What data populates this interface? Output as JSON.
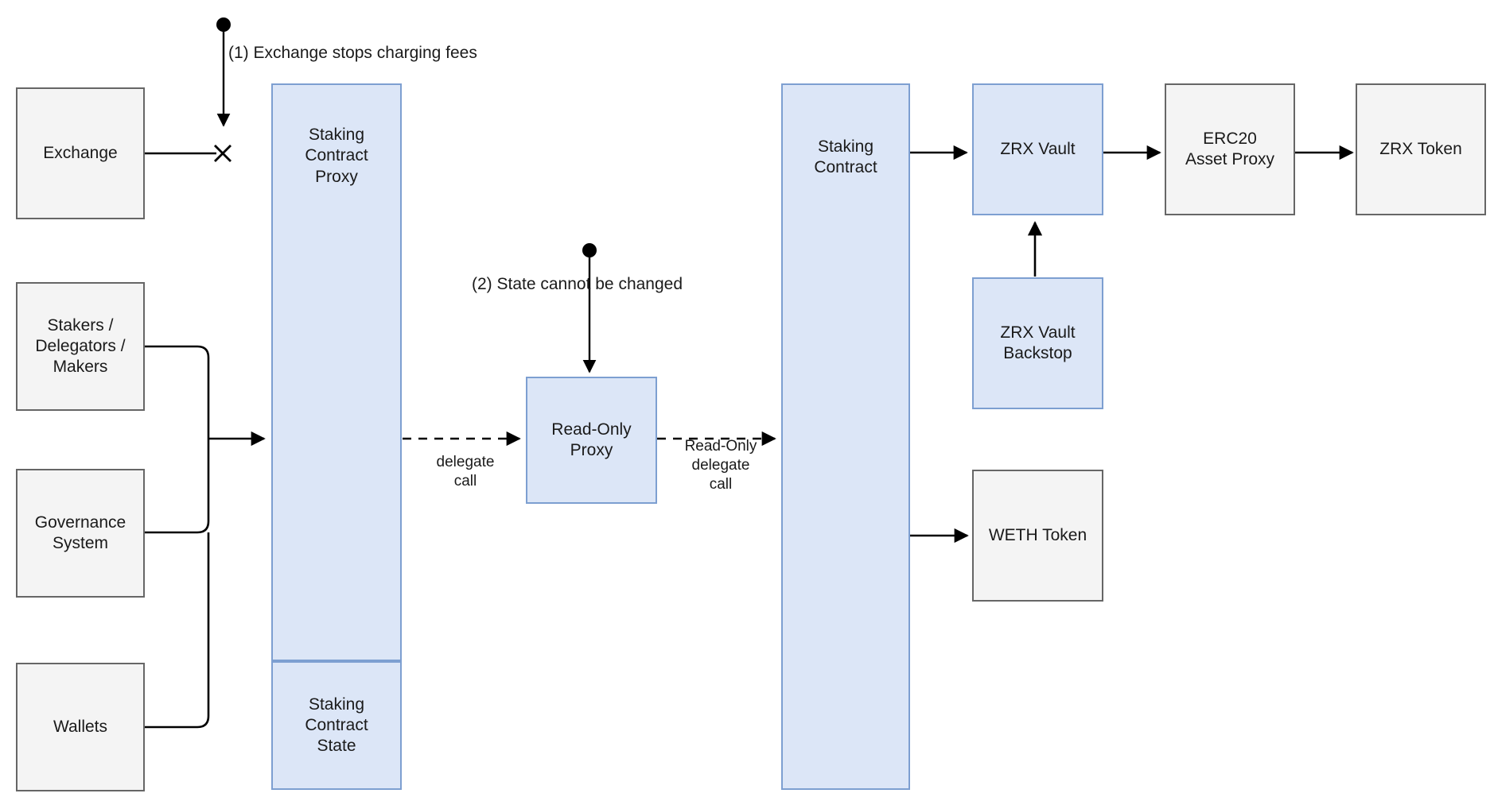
{
  "diagram": {
    "title": "0x Staking Contract Architecture",
    "colors": {
      "grey_fill": "#f4f4f4",
      "grey_stroke": "#666666",
      "blue_fill": "#dce6f7",
      "blue_stroke": "#7d9fd1",
      "line": "#000000",
      "text": "#1a1a1a",
      "background": "#ffffff"
    },
    "nodes": [
      {
        "id": "exchange",
        "label": "Exchange",
        "style": "grey"
      },
      {
        "id": "stakers",
        "label": "Stakers /\nDelegators /\nMakers",
        "style": "grey"
      },
      {
        "id": "governance",
        "label": "Governance\nSystem",
        "style": "grey"
      },
      {
        "id": "wallets",
        "label": "Wallets",
        "style": "grey"
      },
      {
        "id": "staking-proxy",
        "label": "Staking\nContract\nProxy",
        "style": "blue"
      },
      {
        "id": "staking-state",
        "label": "Staking\nContract\nState",
        "style": "blue"
      },
      {
        "id": "readonly-proxy",
        "label": "Read-Only\nProxy",
        "style": "blue"
      },
      {
        "id": "staking-contract",
        "label": "Staking\nContract",
        "style": "blue"
      },
      {
        "id": "zrx-vault",
        "label": "ZRX Vault",
        "style": "blue"
      },
      {
        "id": "zrx-vault-backstop",
        "label": "ZRX Vault\nBackstop",
        "style": "blue"
      },
      {
        "id": "weth-token",
        "label": "WETH Token",
        "style": "grey"
      },
      {
        "id": "erc20-asset-proxy",
        "label": "ERC20\nAsset Proxy",
        "style": "grey"
      },
      {
        "id": "zrx-token",
        "label": "ZRX Token",
        "style": "grey"
      }
    ],
    "edge_labels": [
      {
        "id": "delegate-call",
        "text": "delegate\ncall"
      },
      {
        "id": "readonly-delegate-call",
        "text": "Read-Only\ndelegate\ncall"
      }
    ],
    "annotations": [
      {
        "id": "annotation-1",
        "text": "(1) Exchange stops charging fees"
      },
      {
        "id": "annotation-2",
        "text": "(2) State cannot be changed"
      }
    ]
  }
}
